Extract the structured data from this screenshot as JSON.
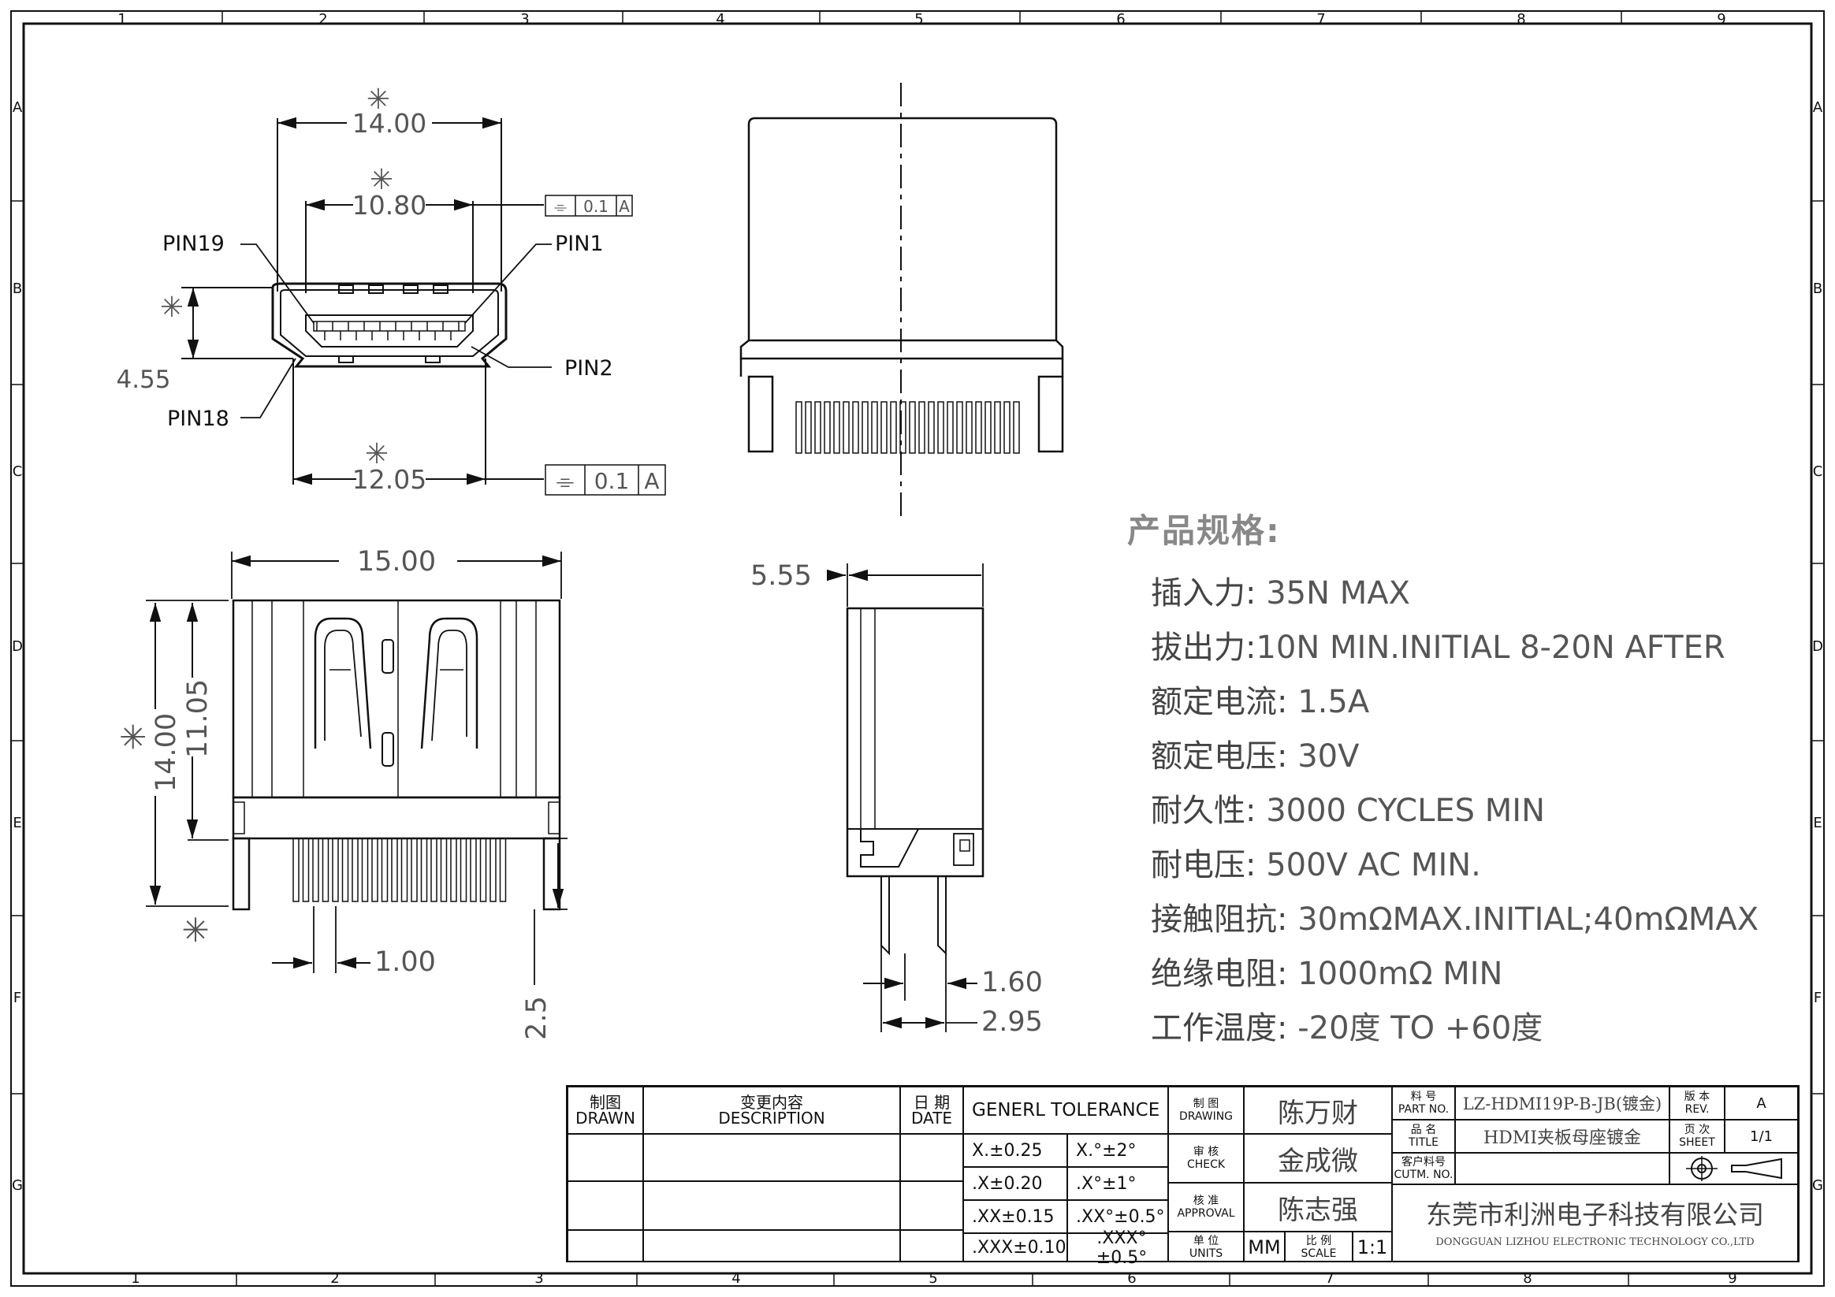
{
  "frame": {
    "top_zones": [
      "1",
      "2",
      "3",
      "4",
      "5",
      "6",
      "7",
      "8",
      "9"
    ],
    "bottom_zones": [
      "1",
      "2",
      "3",
      "4",
      "5",
      "6",
      "7",
      "8",
      "9"
    ],
    "side_zones": [
      "A",
      "B",
      "C",
      "D",
      "E",
      "F",
      "G"
    ]
  },
  "front_view": {
    "dim_14": "14.00",
    "dim_1080": "10.80",
    "dim_455": "4.55",
    "dim_1205": "12.05",
    "star": "✳",
    "pin19": "PIN19",
    "pin1": "PIN1",
    "pin2": "PIN2",
    "pin18": "PIN18",
    "tol_box_1": {
      "sym": "⌯",
      "val": "0.1",
      "ref": "A"
    },
    "tol_box_2": {
      "sym": "⌯",
      "val": "0.1",
      "ref": "A"
    }
  },
  "bottom_view": {
    "dim_width": "15.00",
    "dim_height": "14.00",
    "dim_inner": "11.05",
    "dim_pitch": "1.00",
    "dim_pin": "2.5"
  },
  "side_view": {
    "dim_depth": "5.55",
    "dim_160": "1.60",
    "dim_295": "2.95"
  },
  "spec": {
    "title": "产品规格:",
    "rows": [
      {
        "k": "插入力:",
        "v": " 35N MAX"
      },
      {
        "k": "拔出力:",
        "v": "10N MIN.INITIAL 8-20N AFTER"
      },
      {
        "k": "额定电流:",
        "v": " 1.5A"
      },
      {
        "k": "额定电压:",
        "v": " 30V"
      },
      {
        "k": "耐久性:",
        "v": " 3000 CYCLES MIN"
      },
      {
        "k": "耐电压:",
        "v": " 500V AC MIN."
      },
      {
        "k": "接触阻抗:",
        "v": " 30mΩMAX.INITIAL;40mΩMAX"
      },
      {
        "k": "绝缘电阻:",
        "v": " 1000mΩ MIN"
      },
      {
        "k": "工作温度:",
        "v": " -20度 TO +60度"
      }
    ]
  },
  "title_block": {
    "drawn_cn": "制图",
    "drawn_en": "DRAWN",
    "desc_cn": "变更内容",
    "desc_en": "DESCRIPTION",
    "date_cn": "日 期",
    "date_en": "DATE",
    "tolerance_header": "GENERL  TOLERANCE",
    "tol": [
      [
        "X.±0.25",
        "X.°±2°"
      ],
      [
        ".X±0.20",
        ".X°±1°"
      ],
      [
        ".XX±0.15",
        ".XX°±0.5°"
      ],
      [
        ".XXX±0.10",
        ".XXX°±0.5°"
      ]
    ],
    "drawing_cn": "制 图",
    "drawing_en": "DRAWING",
    "drawing_name": "陈万财",
    "check_cn": "审 核",
    "check_en": "CHECK",
    "check_name": "金成微",
    "approval_cn": "核 准",
    "approval_en": "APPROVAL",
    "approval_name": "陈志强",
    "units_cn": "单 位",
    "units_en": "UNITS",
    "units_val": "MM",
    "scale_cn": "比 例",
    "scale_en": "SCALE",
    "scale_val": "1:1",
    "part_no_cn": "料 号",
    "part_no_en": "PART NO.",
    "part_no": "LZ-HDMI19P-B-JB(镀金)",
    "title_cn": "品 名",
    "title_en": "TITLE",
    "title": "HDMI夹板母座镀金",
    "cust_cn": "客户料号",
    "cust_en": "CUTM. NO.",
    "rev_cn": "版 本",
    "rev_en": "REV.",
    "rev": "A",
    "sheet_cn": "页 次",
    "sheet_en": "SHEET",
    "sheet": "1/1",
    "company_cn": "东莞市利洲电子科技有限公司",
    "company_en": "DONGGUAN LIZHOU ELECTRONIC TECHNOLOGY CO.,LTD"
  }
}
